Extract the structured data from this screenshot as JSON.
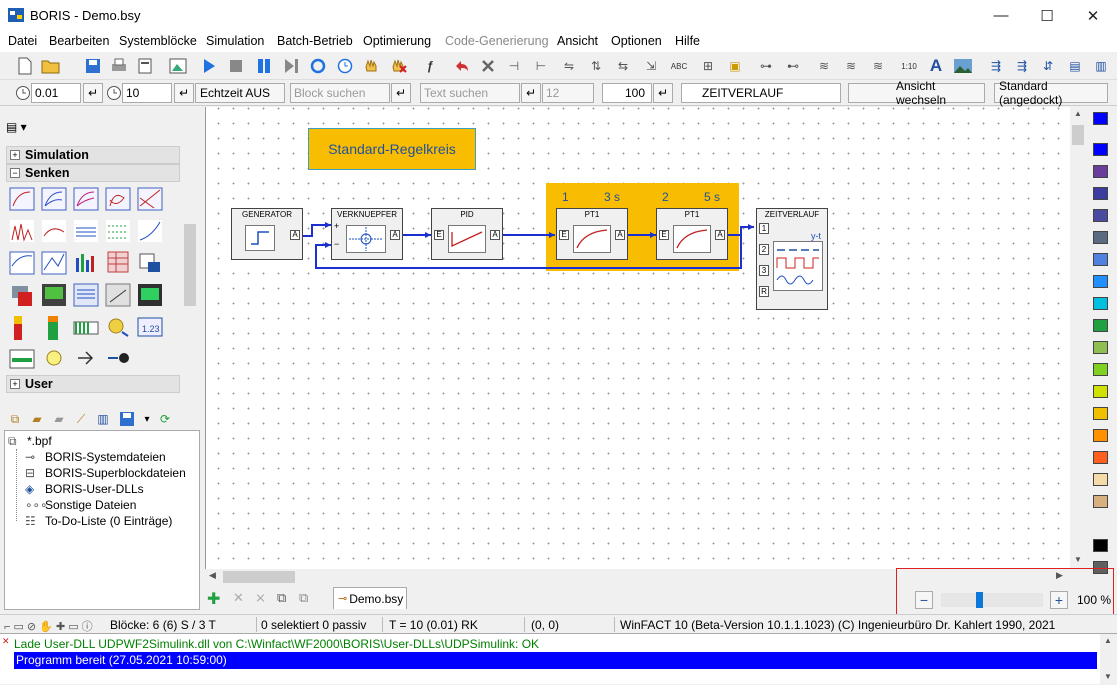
{
  "window": {
    "title": "BORIS - Demo.bsy"
  },
  "menu": [
    "Datei",
    "Bearbeiten",
    "Systemblöcke",
    "Simulation",
    "Batch-Betrieb",
    "Optimierung",
    "Code-Generierung",
    "Ansicht",
    "Optionen",
    "Hilfe"
  ],
  "toolbar2": {
    "step_value": "0.01",
    "end_value": "10",
    "realtime": "Echtzeit AUS",
    "block_search_placeholder": "Block suchen",
    "text_search_placeholder": "Text suchen",
    "font_size": "12",
    "width_value": "100",
    "block_type": "ZEITVERLAUF",
    "switch_view": "Ansicht wechseln",
    "layout": "Standard (angedockt)"
  },
  "library": {
    "categories": [
      {
        "sign": "+",
        "label": "Simulation"
      },
      {
        "sign": "−",
        "label": "Senken"
      },
      {
        "sign": "+",
        "label": "User"
      }
    ]
  },
  "tree": {
    "root": "*.bpf",
    "items": [
      "BORIS-Systemdateien",
      "BORIS-Superblockdateien",
      "BORIS-User-DLLs",
      "Sonstige Dateien",
      "To-Do-Liste (0 Einträge)"
    ]
  },
  "diagram": {
    "title": "Standard-Regelkreis",
    "blocks": {
      "generator": "GENERATOR",
      "verknuepfer": "VERKNUEPFER",
      "pid": "PID",
      "pt1a": "PT1",
      "pt1b": "PT1",
      "zeitverlauf": "ZEITVERLAUF"
    },
    "pt1a_params": [
      "1",
      "3 s"
    ],
    "pt1b_params": [
      "2",
      "5 s"
    ],
    "zv_label": "y-t",
    "port_a": "A",
    "port_e": "E",
    "zv_ports": [
      "1",
      "2",
      "3",
      "R"
    ]
  },
  "tabs": {
    "active": "Demo.bsy"
  },
  "zoom": {
    "value": "100 %",
    "minus": "−",
    "plus": "+"
  },
  "status": {
    "blocks": "Blöcke: 6 (6) S / 3 T",
    "selected": "0 selektiert  0 passiv",
    "time": "T = 10  (0.01)  RK",
    "coords": "(0, 0)",
    "version": "WinFACT 10 (Beta-Version 10.1.1.1023)  (C) Ingenieurbüro Dr. Kahlert 1990, 2021"
  },
  "log": {
    "line1": "Lade User-DLL UDPWF2Simulink.dll von C:\\Winfact\\WF2000\\BORIS\\User-DLLs\\UDPSimulink: OK",
    "line2": "Programm bereit   (27.05.2021 10:59:00)"
  },
  "palette_colors": [
    "#0000ff",
    "#0000ff",
    "#6a3d9a",
    "#3b3ba0",
    "#4a4aa0",
    "#5a6a80",
    "#5080e0",
    "#2090ff",
    "#00c0e0",
    "#20a040",
    "#8fbf50",
    "#80d020",
    "#d0e000",
    "#f0c000",
    "#ff9000",
    "#ff6020",
    "#f4dca8",
    "#d8b080",
    "#000000",
    "#606060"
  ]
}
